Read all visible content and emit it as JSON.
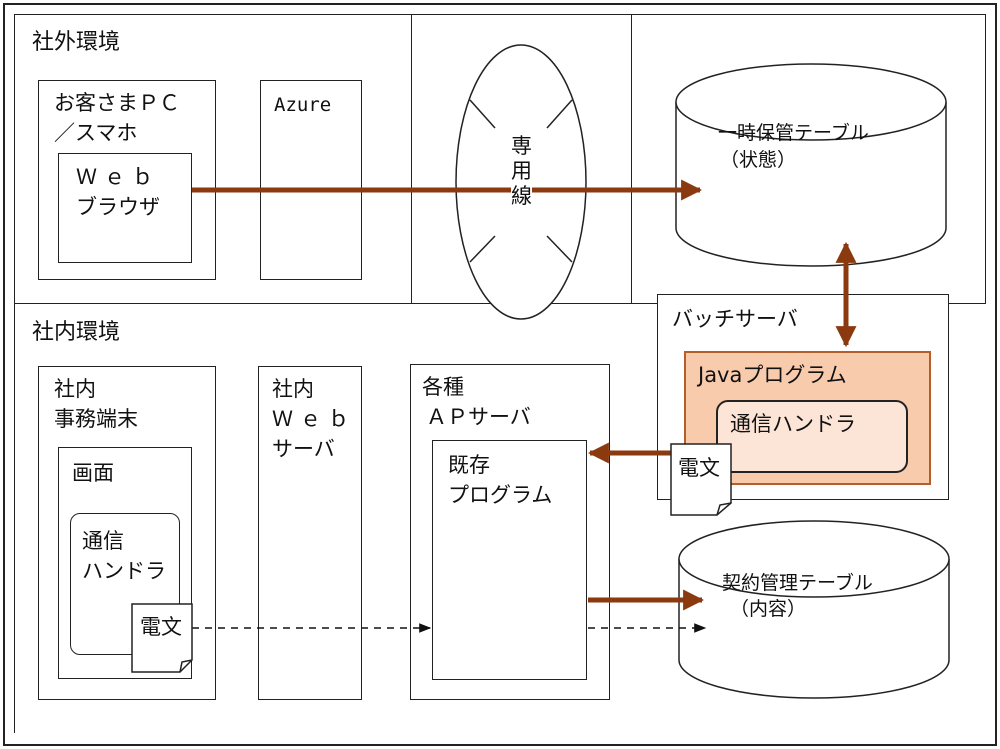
{
  "outside": {
    "title": "社外環境",
    "customer": {
      "line1": "お客さまＰＣ",
      "line2": "／スマホ"
    },
    "browser": {
      "line1": "Ｗｅｂ",
      "line2": "ブラウザ"
    },
    "azure": "Azure"
  },
  "dedicated_line": {
    "line1": "専",
    "line2": "用",
    "line3": "線"
  },
  "temp_table": {
    "line1": "一時保管テーブル",
    "line2": "（状態）"
  },
  "batch": {
    "title": "バッチサーバ",
    "java": "Javaプログラム",
    "handler": "通信ハンドラ",
    "message": "電文"
  },
  "inside": {
    "title": "社内環境",
    "terminal": {
      "line1": "社内",
      "line2": "事務端末"
    },
    "screen": "画面",
    "handler": {
      "line1": "通信",
      "line2": "ハンドラ"
    },
    "message": "電文",
    "web_server": {
      "line1": "社内",
      "line2": "Ｗｅｂ",
      "line3": "サーバ"
    },
    "ap_server": {
      "line1": "各種",
      "line2": "ＡＰサーバ"
    },
    "existing": {
      "line1": "既存",
      "line2": "プログラム"
    }
  },
  "contract_table": {
    "line1": "契約管理テーブル",
    "line2": "（内容）"
  },
  "colors": {
    "arrow": "#8b3a10",
    "java_fill": "#f8cbad",
    "java_border": "#b45f2a",
    "handler_fill": "#fce4d6"
  }
}
